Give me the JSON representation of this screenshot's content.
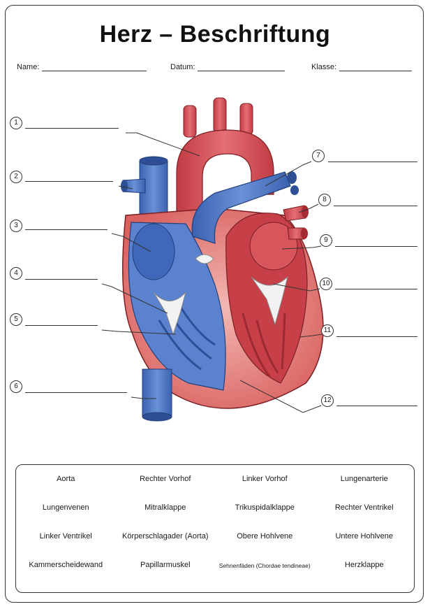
{
  "title": "Herz – Beschriftung",
  "fields": {
    "name": "Name:",
    "date": "Datum:",
    "class": "Klasse:"
  },
  "markers": [
    "1",
    "2",
    "3",
    "4",
    "5",
    "6",
    "7",
    "8",
    "9",
    "10",
    "11",
    "12"
  ],
  "colors": {
    "blue": "#4f77c4",
    "red": "#d4535a",
    "myocardium": "#eeaaa8",
    "line": "#333333"
  },
  "word_bank": [
    "Aorta",
    "Rechter Vorhof",
    "Linker Vorhof",
    "Lungenarterie",
    "Lungenvenen",
    "Mitralklappe",
    "Trikuspidalklappe",
    "Rechter Ventrikel",
    "Linker Ventrikel",
    "Körperschlagader (Aorta)",
    "Obere Hohlvene",
    "Untere Hohlvene",
    "Kammerscheidewand",
    "Papillarmuskel",
    "Sehnenfäden (Chordae tendineae)",
    "Herzklappe"
  ]
}
